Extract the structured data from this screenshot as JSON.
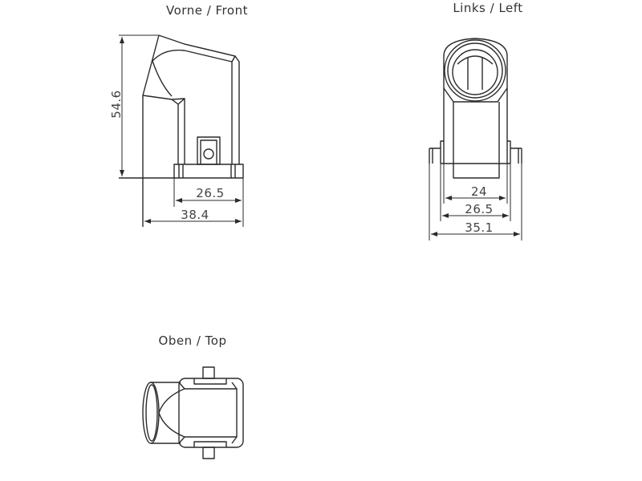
{
  "views": {
    "front": {
      "title": "Vorne  /  Front",
      "height_dim": "54.6",
      "base_dim": "26.5",
      "width_dim": "38.4"
    },
    "left": {
      "title": "Links  /  Left",
      "inner_dim": "24",
      "base_dim": "26.5",
      "width_dim": "35.1"
    },
    "top": {
      "title": "Oben  /  Top"
    }
  },
  "colors": {
    "line": "#2a2a2a",
    "text": "#444444"
  }
}
